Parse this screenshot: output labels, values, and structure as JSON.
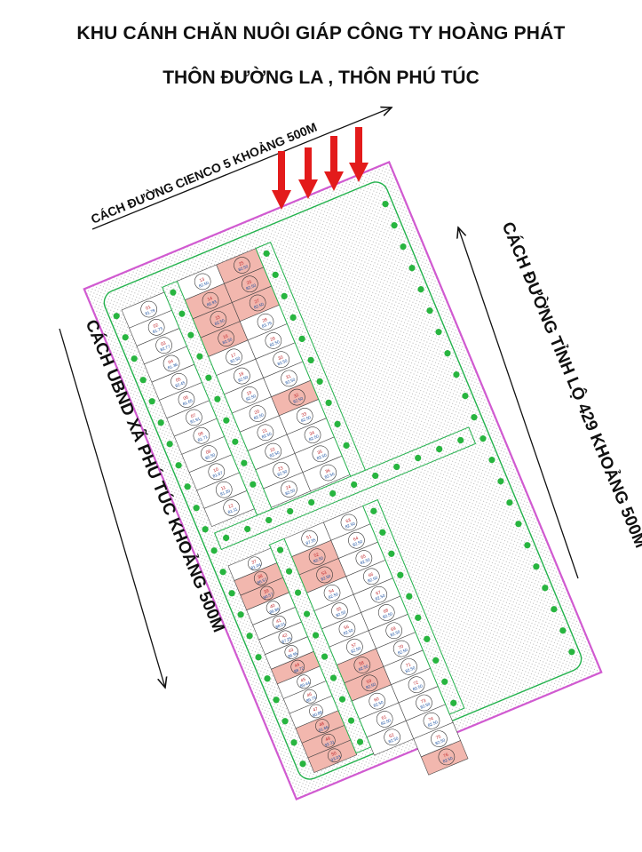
{
  "header": {
    "title_line1": "KHU CÁNH CHĂN NUÔI GIÁP CÔNG TY HOÀNG PHÁT",
    "title_line2": "THÔN ĐƯỜNG LA , THÔN PHÚ TÚC"
  },
  "annotations": {
    "top": "CÁCH ĐƯỜNG CIENCO 5 KHOẢNG 500M",
    "right": "CÁCH ĐƯỜNG TỈNH LỘ 429 KHOẢNG 500M",
    "left": "CÁCH UBND XÃ PHÚ TÚC KHOẢNG 500M"
  },
  "colors": {
    "boundary": "#d15ad1",
    "road_green": "#22b24c",
    "tree": "#27b53f",
    "lot_highlight": "#f2b7ae",
    "arrow_red": "#e31b1b",
    "lot_line": "#444444"
  },
  "icons": {
    "arrows": "red-down-arrow-icon",
    "trees": "tree-icon"
  },
  "lots": [
    {
      "id": "01",
      "area": "81.79"
    },
    {
      "id": "02",
      "area": "81.73"
    },
    {
      "id": "03",
      "area": "82.77"
    },
    {
      "id": "04",
      "area": "81.36"
    },
    {
      "id": "05",
      "area": "82.45"
    },
    {
      "id": "06",
      "area": "81.65"
    },
    {
      "id": "07",
      "area": "81.91"
    },
    {
      "id": "08",
      "area": "81.71"
    },
    {
      "id": "09",
      "area": "82.50"
    },
    {
      "id": "10",
      "area": "81.67"
    },
    {
      "id": "11",
      "area": "81.20"
    },
    {
      "id": "12",
      "area": "81.11"
    },
    {
      "id": "13",
      "area": "82.50"
    },
    {
      "id": "14",
      "area": "86.93"
    },
    {
      "id": "15",
      "area": "82.50"
    },
    {
      "id": "16",
      "area": "82.50"
    },
    {
      "id": "17",
      "area": "82.50"
    },
    {
      "id": "18",
      "area": "82.50"
    },
    {
      "id": "19",
      "area": "82.50"
    },
    {
      "id": "20",
      "area": "82.50"
    },
    {
      "id": "21",
      "area": "82.50"
    },
    {
      "id": "22",
      "area": "82.50"
    },
    {
      "id": "23",
      "area": "82.50"
    },
    {
      "id": "24",
      "area": "82.50"
    },
    {
      "id": "25",
      "area": "82.50"
    },
    {
      "id": "26",
      "area": "82.50"
    },
    {
      "id": "27",
      "area": "82.50"
    },
    {
      "id": "28",
      "area": "83.79"
    },
    {
      "id": "29",
      "area": "82.50"
    },
    {
      "id": "30",
      "area": "82.50"
    },
    {
      "id": "31",
      "area": "82.50"
    },
    {
      "id": "32",
      "area": "82.50"
    },
    {
      "id": "33",
      "area": "82.50"
    },
    {
      "id": "34",
      "area": "82.50"
    },
    {
      "id": "35",
      "area": "82.50"
    },
    {
      "id": "36",
      "area": "82.50"
    },
    {
      "id": "37",
      "area": "81.04"
    },
    {
      "id": "38",
      "area": "86.57"
    },
    {
      "id": "39",
      "area": "90.57"
    },
    {
      "id": "40",
      "area": "89.80"
    },
    {
      "id": "41",
      "area": "88.01"
    },
    {
      "id": "42",
      "area": "87.25"
    },
    {
      "id": "43",
      "area": "86.95"
    },
    {
      "id": "44",
      "area": "88.72"
    },
    {
      "id": "45",
      "area": "89.44"
    },
    {
      "id": "46",
      "area": "89.73"
    },
    {
      "id": "47",
      "area": "90.88"
    },
    {
      "id": "48",
      "area": "91.66"
    },
    {
      "id": "49",
      "area": "92.31"
    },
    {
      "id": "50",
      "area": "93.03"
    },
    {
      "id": "51",
      "area": "87.35"
    },
    {
      "id": "52",
      "area": "82.50"
    },
    {
      "id": "53",
      "area": "82.50"
    },
    {
      "id": "54",
      "area": "82.50"
    },
    {
      "id": "55",
      "area": "82.50"
    },
    {
      "id": "56",
      "area": "82.50"
    },
    {
      "id": "57",
      "area": "82.50"
    },
    {
      "id": "58",
      "area": "82.50"
    },
    {
      "id": "59",
      "area": "82.50"
    },
    {
      "id": "60",
      "area": "82.50"
    },
    {
      "id": "61",
      "area": "82.50"
    },
    {
      "id": "62",
      "area": "82.50"
    },
    {
      "id": "63",
      "area": "82.50"
    },
    {
      "id": "64",
      "area": "82.50"
    },
    {
      "id": "65",
      "area": "82.50"
    },
    {
      "id": "66",
      "area": "82.50"
    },
    {
      "id": "67",
      "area": "82.50"
    },
    {
      "id": "68",
      "area": "82.50"
    },
    {
      "id": "69",
      "area": "82.50"
    },
    {
      "id": "70",
      "area": "82.50"
    },
    {
      "id": "71",
      "area": "82.50"
    },
    {
      "id": "72",
      "area": "82.50"
    },
    {
      "id": "73",
      "area": "82.50"
    },
    {
      "id": "74",
      "area": "82.50"
    },
    {
      "id": "75",
      "area": "82.50"
    },
    {
      "id": "76",
      "area": "82.50"
    }
  ]
}
